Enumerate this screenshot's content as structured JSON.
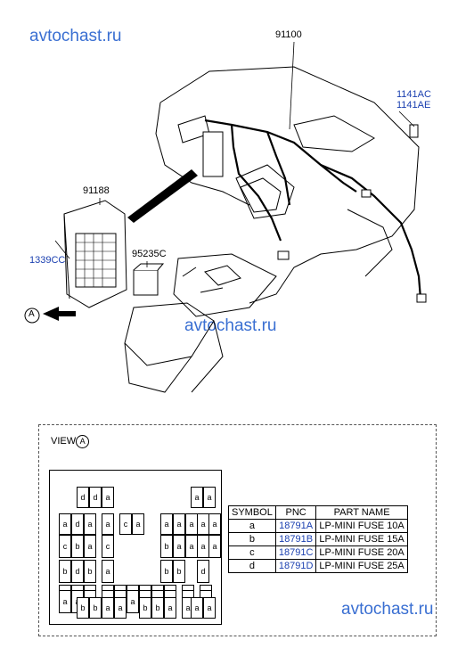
{
  "watermarks": [
    "avtochast.ru",
    "avtochast.ru",
    "avtochast.ru"
  ],
  "labels": {
    "main_harness": "91100",
    "bolt_1": "1141AC",
    "bolt_2": "1141AE",
    "junction_box": "91188",
    "clip": "1339CC",
    "relay": "95235C",
    "view_marker": "A"
  },
  "view": {
    "title": "VIEW",
    "marker": "A"
  },
  "fuse_rows": [
    [
      "d",
      "d",
      "a",
      "a",
      "a"
    ],
    [
      "a",
      "d",
      "a",
      "a",
      "c",
      "a",
      "a",
      "a",
      "a",
      "a",
      "a"
    ],
    [
      "c",
      "b",
      "a",
      "c",
      "b",
      "a",
      "a",
      "a",
      "a"
    ],
    [
      "b",
      "d",
      "b",
      "a",
      "b",
      "b",
      "d"
    ],
    [
      "a",
      "a",
      "a",
      "b",
      "a",
      "a",
      "a",
      "a",
      "a",
      "a",
      "a"
    ],
    [
      "a",
      "a",
      "a",
      "a",
      "a",
      "a",
      "a",
      "a",
      "a",
      "a",
      "a"
    ],
    [
      "b",
      "b",
      "a",
      "a",
      "b",
      "b",
      "a",
      "a",
      "a",
      "a"
    ]
  ],
  "table": {
    "headers": [
      "SYMBOL",
      "PNC",
      "PART NAME"
    ],
    "rows": [
      {
        "symbol": "a",
        "pnc": "18791A",
        "name": "LP-MINI FUSE 10A"
      },
      {
        "symbol": "b",
        "pnc": "18791B",
        "name": "LP-MINI FUSE 15A"
      },
      {
        "symbol": "c",
        "pnc": "18791C",
        "name": "LP-MINI FUSE 20A"
      },
      {
        "symbol": "d",
        "pnc": "18791D",
        "name": "LP-MINI FUSE 25A"
      }
    ]
  }
}
